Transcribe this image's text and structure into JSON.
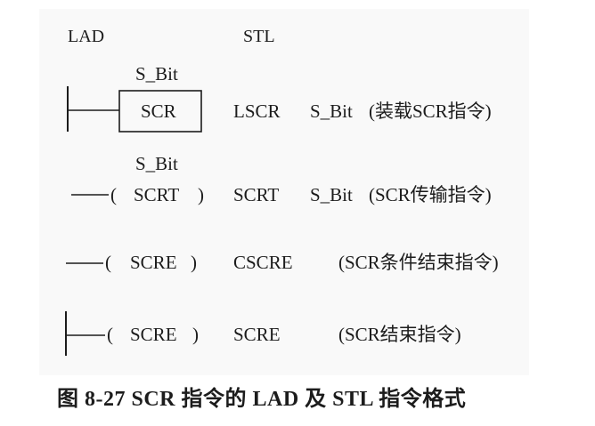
{
  "headers": {
    "lad": "LAD",
    "stl": "STL"
  },
  "rows": [
    {
      "operand": "S_Bit",
      "coil": "SCR",
      "stl_op": "LSCR",
      "stl_arg": "S_Bit",
      "desc": "(装载SCR指令)"
    },
    {
      "operand": "S_Bit",
      "coil_open": "(",
      "coil": "SCRT",
      "coil_close": ")",
      "stl_op": "SCRT",
      "stl_arg": "S_Bit",
      "desc": "(SCR传输指令)"
    },
    {
      "coil_open": "(",
      "coil": "SCRE",
      "coil_close": ")",
      "stl_op": "CSCRE",
      "desc": "(SCR条件结束指令)"
    },
    {
      "coil_open": "(",
      "coil": "SCRE",
      "coil_close": ")",
      "stl_op": "SCRE",
      "desc": "(SCR结束指令)"
    }
  ],
  "caption": "图 8-27   SCR 指令的 LAD 及 STL 指令格式",
  "colors": {
    "ink": "#1c1c1c",
    "paper": "#f9f9f9"
  }
}
